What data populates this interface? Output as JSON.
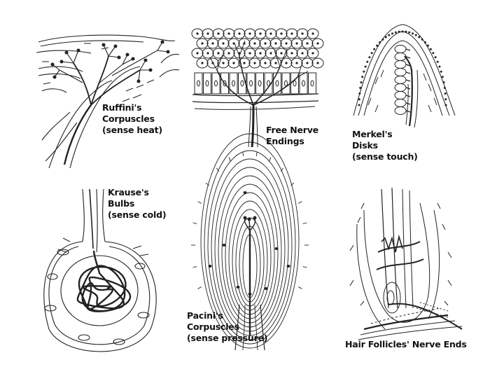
{
  "diagram": {
    "panels": [
      {
        "id": "ruffini",
        "lines": [
          "Ruffini's",
          "Corpuscles",
          "(sense heat)"
        ]
      },
      {
        "id": "free",
        "lines": [
          "Free Nerve",
          "Endings"
        ]
      },
      {
        "id": "merkel",
        "lines": [
          "Merkel's",
          "Disks",
          "(sense touch)"
        ]
      },
      {
        "id": "krause",
        "lines": [
          "Krause's",
          "Bulbs",
          "(sense cold)"
        ]
      },
      {
        "id": "pacini",
        "lines": [
          "Pacini's",
          "Corpuscles",
          "(sense pressure)"
        ]
      },
      {
        "id": "hair",
        "lines": [
          "Hair Follicles' Nerve Ends"
        ]
      }
    ]
  }
}
